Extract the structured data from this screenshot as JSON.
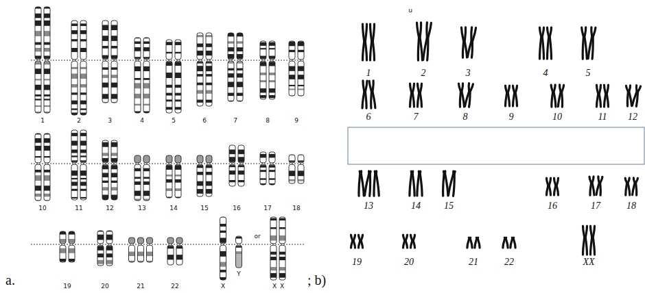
{
  "diagram": {
    "labels": [
      "1",
      "2",
      "3",
      "4",
      "5",
      "6",
      "7",
      "8",
      "9",
      "10",
      "11",
      "12",
      "13",
      "14",
      "15",
      "16",
      "17",
      "18",
      "19",
      "20",
      "21",
      "22",
      "X",
      "Y",
      "or",
      "X",
      "X",
      "a.",
      "; b)",
      "u",
      "1",
      "2",
      "3",
      "4",
      "5",
      "6",
      "7",
      "8",
      "9",
      "10",
      "11",
      "12",
      "13",
      "14",
      "15",
      "16",
      "17",
      "18",
      "19",
      "20",
      "21",
      "22",
      "XX"
    ]
  }
}
